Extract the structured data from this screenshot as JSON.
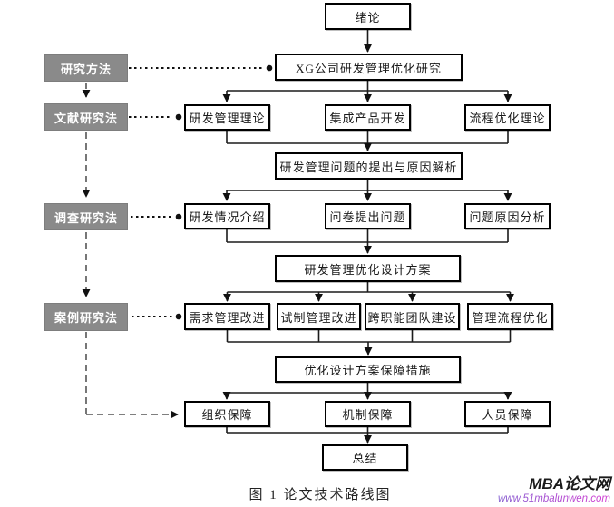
{
  "figure": {
    "caption": "图 1   论文技术路线图",
    "watermark": {
      "brand": "MBA论文网",
      "site": "www.51mbalunwen.com"
    },
    "colors": {
      "method_box_bg": "#8a8a8a",
      "method_box_text": "#ffffff",
      "flow_box_bg": "#ffffff",
      "flow_box_border": "#000000",
      "connector": "#1c1c1c",
      "watermark_brand": "#1a1a1a",
      "watermark_site_start": "#3b7fd8",
      "watermark_site_end": "#d23bd2"
    },
    "methods": [
      {
        "label": "研究方法"
      },
      {
        "label": "文献研究法"
      },
      {
        "label": "调查研究法"
      },
      {
        "label": "案例研究法"
      }
    ],
    "nodes": {
      "intro": "绪论",
      "main_topic": "XG公司研发管理优化研究",
      "theory": [
        "研发管理理论",
        "集成产品开发",
        "流程优化理论"
      ],
      "problem": "研发管理问题的提出与原因解析",
      "survey": [
        "研发情况介绍",
        "问卷提出问题",
        "问题原因分析"
      ],
      "design": "研发管理优化设计方案",
      "improve": [
        "需求管理改进",
        "试制管理改进",
        "跨职能团队建设",
        "管理流程优化"
      ],
      "safeguard": "优化设计方案保障措施",
      "guarantee": [
        "组织保障",
        "机制保障",
        "人员保障"
      ],
      "summary": "总结"
    }
  }
}
